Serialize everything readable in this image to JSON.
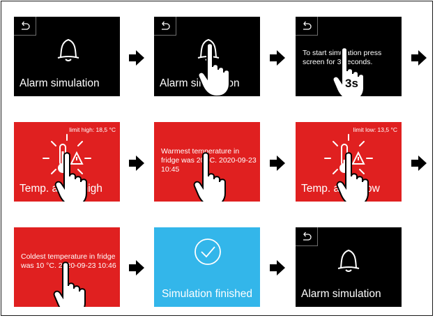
{
  "row1": {
    "s1": {
      "label": "Alarm simulation"
    },
    "s2": {
      "label": "Alarm simulation"
    },
    "s3": {
      "text": "To start simulation press screen for 3 seconds.",
      "badge": "3s"
    }
  },
  "row2": {
    "s1": {
      "limit": "limit high: 18,5 °C",
      "label": "Temp. alarm high"
    },
    "s2": {
      "text": "Warmest temperature in fridge was 20 °C. 2020-09-23 10:45"
    },
    "s3": {
      "limit": "limit low: 13,5 °C",
      "label": "Temp. alarm low"
    }
  },
  "row3": {
    "s1": {
      "text": "Coldest temperature in fridge was 10 °C. 2020-09-23 10:46"
    },
    "s2": {
      "label": "Simulation finished"
    },
    "s3": {
      "label": "Alarm simulation"
    }
  },
  "colors": {
    "alarm_red": "#e02020",
    "success_blue": "#33b6ea",
    "screen_black": "#000000"
  },
  "icons": [
    "back-arrow-icon",
    "bell-icon",
    "thermometer-alert-icon",
    "check-circle-icon",
    "pointing-hand-icon",
    "right-arrow-icon"
  ]
}
